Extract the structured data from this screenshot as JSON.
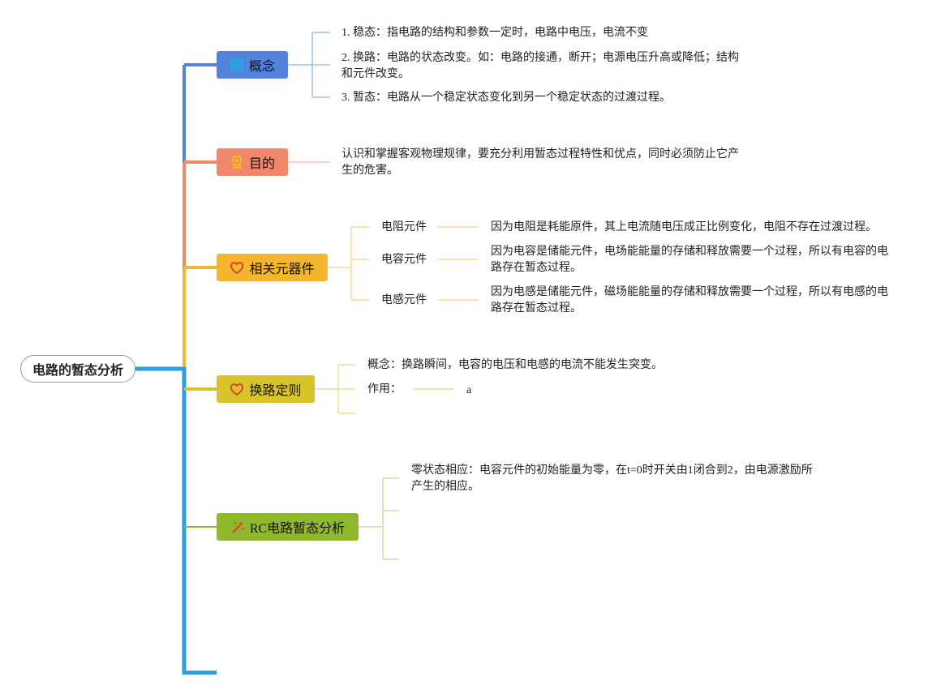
{
  "root": "电路的暂态分析",
  "colors": {
    "concept": "#5383dc",
    "purpose": "#f0876a",
    "components": "#f3b72e",
    "rule": "#d8c42a",
    "rc": "#90b82c",
    "trunk": "#2a9fd9"
  },
  "branches": {
    "concept": {
      "label": "概念",
      "icon": "square-icon",
      "items": [
        "1. 稳态：指电路的结构和参数一定时，电路中电压，电流不变",
        "2. 换路：电路的状态改变。如：电路的接通，断开；电源电压升高或降低；结构和元件改变。",
        "3. 暂态：电路从一个稳定状态变化到另一个稳定状态的过渡过程。"
      ]
    },
    "purpose": {
      "label": "目的",
      "icon": "badge-icon",
      "text": "认识和掌握客观物理规律，要充分利用暂态过程特性和优点，同时必须防止它产生的危害。"
    },
    "components": {
      "label": "相关元器件",
      "icon": "heart-icon",
      "items": [
        {
          "name": "电阻元件",
          "desc": "因为电阻是耗能原件，其上电流随电压成正比例变化，电阻不存在过渡过程。"
        },
        {
          "name": "电容元件",
          "desc": "因为电容是储能元件，电场能能量的存储和释放需要一个过程，所以有电容的电路存在暂态过程。"
        },
        {
          "name": "电感元件",
          "desc": "因为电感是储能元件，磁场能能量的存储和释放需要一个过程，所以有电感的电路存在暂态过程。"
        }
      ]
    },
    "rule": {
      "label": "换路定则",
      "icon": "heart-icon",
      "concept": "概念：换路瞬间，电容的电压和电感的电流不能发生突变。",
      "usage_label": "作用：",
      "usage_value": "a"
    },
    "rc": {
      "label": "RC电路暂态分析",
      "icon": "wand-icon",
      "text": "零状态相应：电容元件的初始能量为零，在t=0时开关由1闭合到2，由电源激励所产生的相应。"
    }
  }
}
